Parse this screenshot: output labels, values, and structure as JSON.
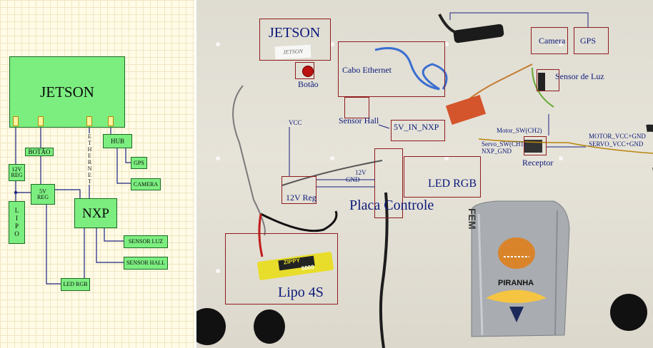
{
  "schematic": {
    "jetson": "JETSON",
    "reg12": [
      "12V",
      "REG"
    ],
    "botao": "BOTÃO",
    "ethernet": [
      "E",
      "T",
      "H",
      "E",
      "R",
      "N",
      "E",
      "T"
    ],
    "hub": "HUB",
    "gps": "GPS",
    "camera": "CAMERA",
    "reg5": [
      "5V",
      "REG"
    ],
    "nxp": "NXP",
    "lipo": [
      "L",
      "I",
      "P",
      "O"
    ],
    "sensor_luz": "SENSOR LUZ",
    "sensor_hall": "SENSOR HALL",
    "led_rgb": "LED RGB"
  },
  "photo": {
    "jetson": "JETSON",
    "jetson_tag": "JETSON",
    "camera": "Camera",
    "gps": "GPS",
    "botao": "Botão",
    "cabo_ethernet": "Cabo Ethernet",
    "sensor_luz": "Sensor de Luz",
    "vcc": "VCC",
    "sensor_hall": "Sensor Hall",
    "v5_in_nxp": "5V_IN_NXP",
    "motor_sw": "Motor_SW(CH2)",
    "motor_vcc": "MOTOR_VCC+GND",
    "servo_vcc": "SERVO_VCC+GND",
    "servo_sw": "Servo_SW(CH1)",
    "nxp_gnd": "NXP_GND",
    "receptor": "Receptor",
    "v12": "12V",
    "gnd": "GND",
    "reg12": "12V Reg",
    "led_rgb": "LED RGB",
    "placa_controle": "Placa Controle",
    "lipo": "Lipo 4S",
    "lipo_brand": "ZIPPY",
    "lipo_cap": "5000",
    "battery_word": "FEM",
    "mascot": "PIRANHA"
  },
  "colors": {
    "block_fill": "#7cee80",
    "wire": "#1a237e",
    "box_outline": "#8f1d1d",
    "label_text": "#0c1a7a"
  }
}
